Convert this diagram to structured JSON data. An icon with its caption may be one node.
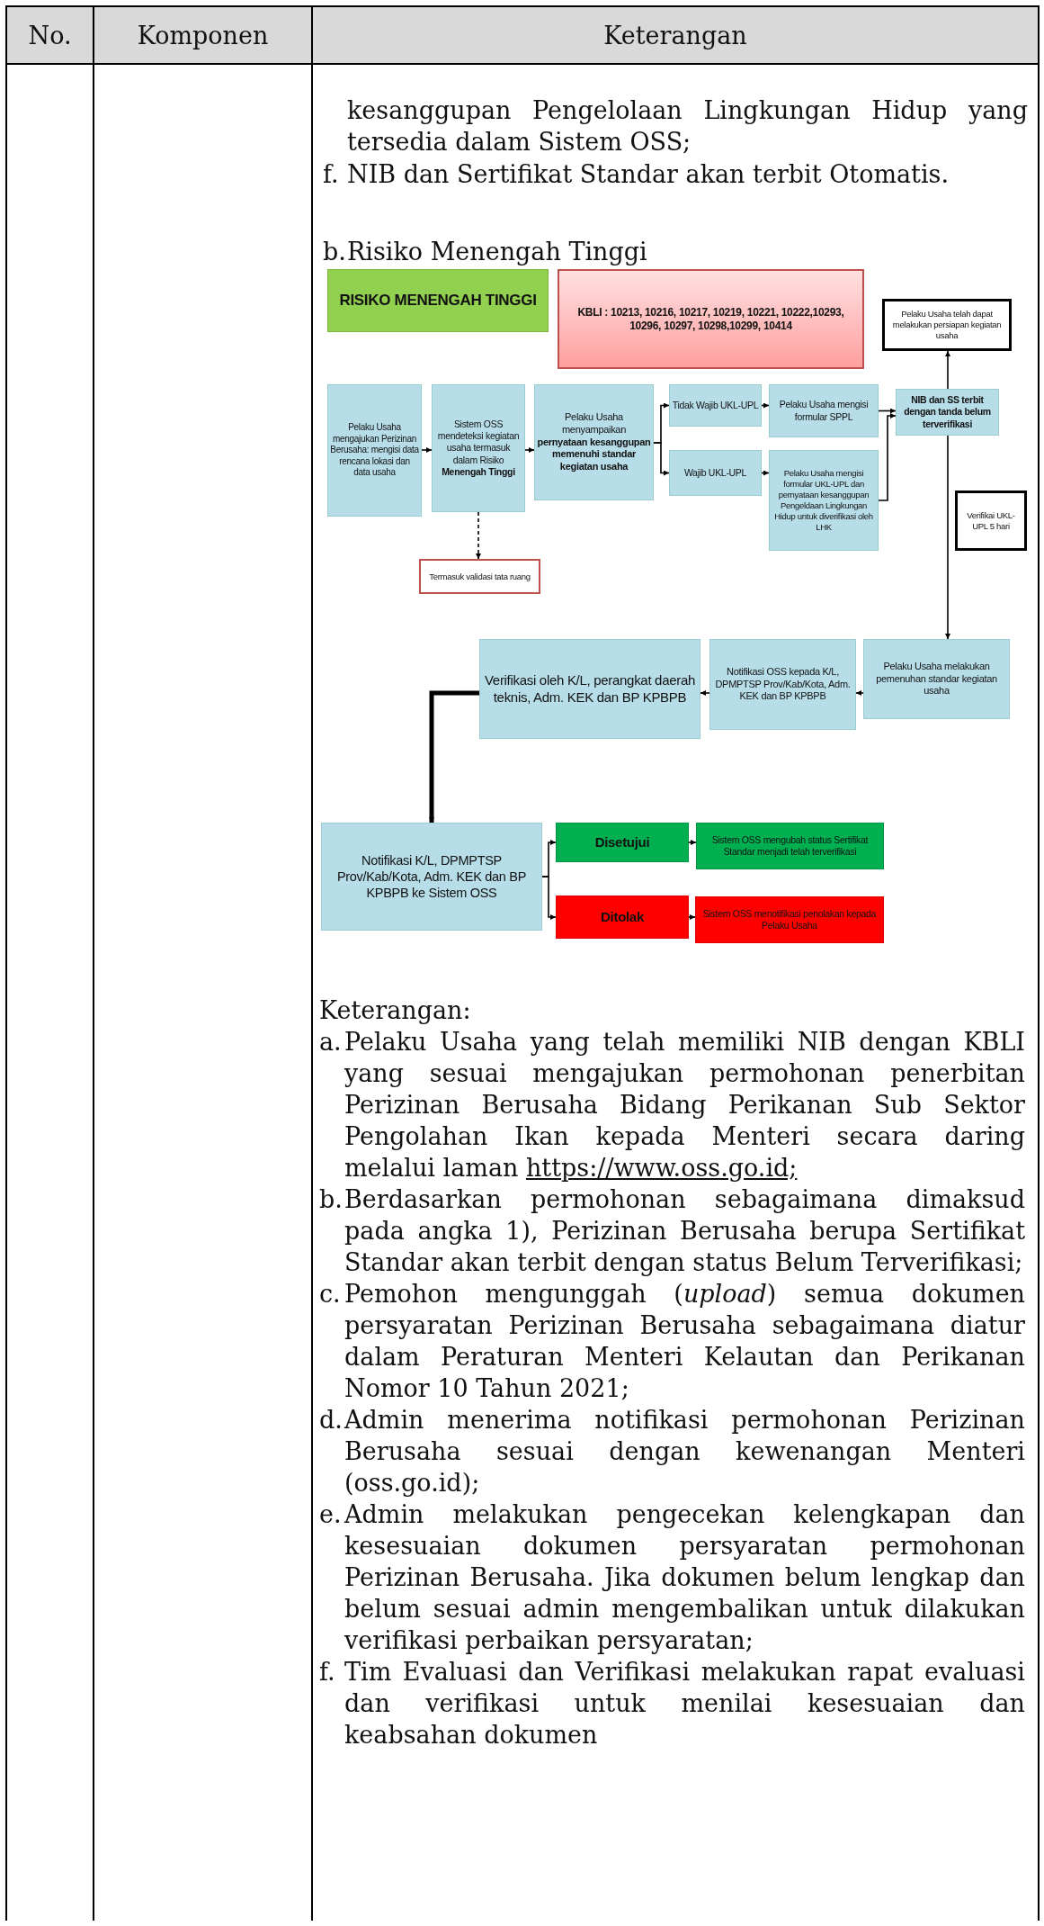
{
  "diagram": {
    "nodes": [
      {
        "text": [
          "RISIKO MENENGAH TINGGI"
        ]
      },
      {
        "text": [
          "KBLI : 10213, 10216, 10217, 10219, 10221, 10222,10293, 10296, 10297, 10298,10299, 10414"
        ]
      },
      {
        "text": [
          "Pelaku Usaha telah dapat melakukan persiapan kegiatan usaha"
        ]
      },
      {
        "text": [
          "Pelaku Usaha mengajukan Perizinan Berusaha: mengisi data rencana lokasi dan data usaha"
        ]
      },
      {
        "text": [
          "Sistem OSS mendeteksi kegiatan usaha termasuk dalam Risiko **Menengah Tinggi**"
        ]
      },
      {
        "text": [
          "Pelaku Usaha menyampaikan **pernyataan kesanggupan memenuhi standar kegiatan usaha**"
        ]
      },
      {
        "text": [
          "Tidak Wajib UKL-UPL"
        ]
      },
      {
        "text": [
          "Wajib UKL-UPL"
        ]
      },
      {
        "text": [
          "Pelaku Usaha mengisi formular SPPL"
        ]
      },
      {
        "text": [
          "Pelaku Usaha mengisi formular UKL-UPL dan pernyataan kesanggupan Pengeldaan Lingkungan Hidup untuk diverifikasi oleh LHK"
        ]
      },
      {
        "text": [
          "NIB dan SS terbit dengan tanda belum terverifikasi"
        ]
      },
      {
        "text": [
          "Verifikai UKL-UPL 5 hari"
        ]
      },
      {
        "text": [
          "Termasuk validasi tata ruang"
        ]
      },
      {
        "text": [
          "Pelaku Usaha melakukan pemenuhan standar kegiatan usaha"
        ]
      },
      {
        "text": [
          "Notifikasi OSS kepada K/L, DPMPTSP Prov/Kab/Kota, Adm. KEK dan BP KPBPB"
        ]
      },
      {
        "text": [
          "Verifikasi oleh K/L, perangkat daerah teknis, Adm. KEK dan BP KPBPB"
        ]
      },
      {
        "text": [
          "Notifikasi K/L, DPMPTSP Prov/Kab/Kota, Adm. KEK dan BP KPBPB ke Sistem OSS"
        ]
      },
      {
        "text": [
          "Disetujui"
        ]
      },
      {
        "text": [
          "Ditolak"
        ]
      },
      {
        "text": [
          "Sistem OSS mengubah status Sertifikat Standar menjadi telah terverifikasi"
        ]
      },
      {
        "text": [
          "Sistem OSS menotifikasi penolakan kepada Pelaku Usaha"
        ]
      }
    ],
    "edges": [
      {
        "from": 3,
        "to": 4,
        "arrow": "to"
      },
      {
        "from": 4,
        "to": 5,
        "arrow": "to"
      },
      {
        "from": 5,
        "to": 6,
        "arrow": "to"
      },
      {
        "from": 5,
        "to": 7,
        "arrow": "to"
      },
      {
        "from": 6,
        "to": 8,
        "arrow": "to"
      },
      {
        "from": 7,
        "to": 9,
        "arrow": "to"
      },
      {
        "from": 8,
        "to": 10,
        "arrow": "to"
      },
      {
        "from": 9,
        "to": 10,
        "arrow": "to"
      },
      {
        "from": 10,
        "to": 2,
        "arrow": "to"
      },
      {
        "from": 4,
        "to": 12,
        "arrow": "to",
        "style": "dashed"
      },
      {
        "from": 10,
        "to": 13,
        "arrow": "to"
      },
      {
        "from": 13,
        "to": 14,
        "arrow": "to"
      },
      {
        "from": 14,
        "to": 15,
        "arrow": "to"
      },
      {
        "from": 15,
        "to": 16,
        "arrow": "to",
        "style": "thick"
      },
      {
        "from": 16,
        "to": 17,
        "arrow": "to"
      },
      {
        "from": 16,
        "to": 18,
        "arrow": "to"
      },
      {
        "from": 17,
        "to": 19,
        "arrow": "to"
      },
      {
        "from": 18,
        "to": 20,
        "arrow": "to"
      }
    ],
    "labels": [
      "No.",
      "Komponen",
      "Keterangan",
      "kesanggupan Pengelolaan Lingkungan Hidup yang tersedia dalam Sistem OSS;",
      "f.",
      "NIB dan Sertifikat Standar akan terbit Otomatis.",
      "b.",
      "Risiko Menengah Tinggi",
      "Keterangan:",
      "a.",
      "Pelaku Usaha yang telah memiliki NIB dengan KBLI yang sesuai mengajukan permohonan penerbitan Perizinan Berusaha Bidang Perikanan Sub Sektor Pengolahan Ikan kepada Menteri secara daring melalui laman",
      "https://www.oss.go.id;",
      "b.",
      "Berdasarkan permohonan sebagaimana dimaksud pada angka 1), Perizinan Berusaha berupa Sertifikat Standar akan terbit dengan status Belum Terverifikasi;",
      "c.",
      "Pemohon mengunggah (*upload*) semua dokumen persyaratan Perizinan Berusaha sebagaimana diatur dalam Peraturan Menteri Kelautan dan Perikanan Nomor 10 Tahun 2021;",
      "d.",
      "Admin menerima notifikasi permohonan Perizinan Berusaha sesuai dengan kewenangan Menteri (oss.go.id);",
      "e.",
      "Admin melakukan pengecekan kelengkapan dan kesesuaian dokumen persyaratan permohonan Perizinan Berusaha. Jika dokumen belum lengkap dan belum sesuai admin mengembalikan untuk dilakukan verifikasi perbaikan persyaratan;",
      "f.",
      "Tim Evaluasi dan Verifikasi melakukan rapat evaluasi dan verifikasi untuk menilai kesesuaian dan keabsahan dokumen"
    ]
  }
}
